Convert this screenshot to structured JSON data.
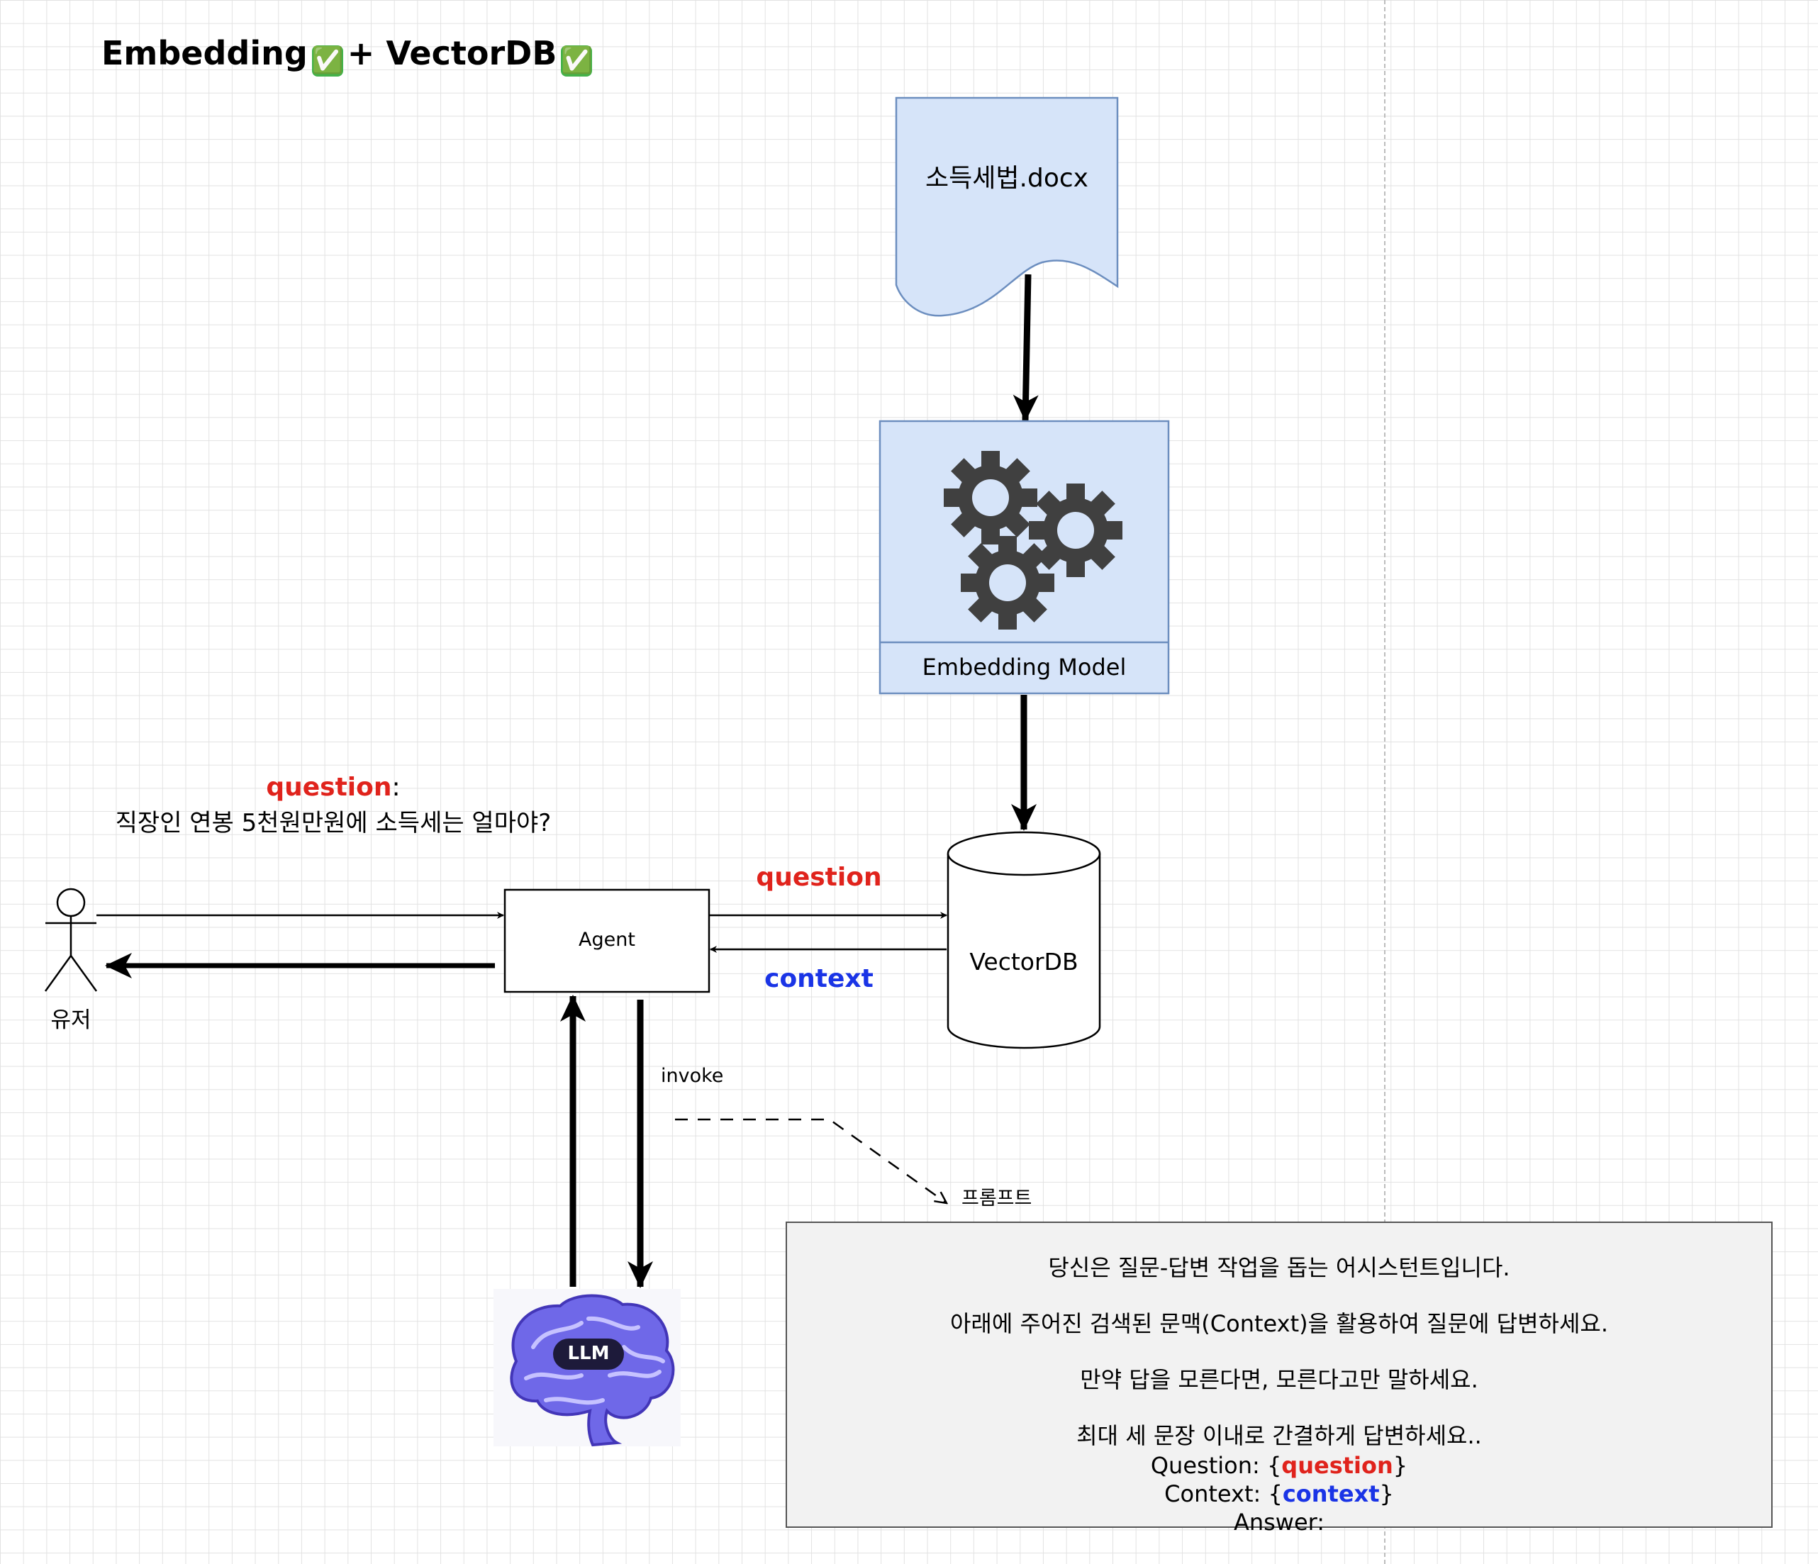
{
  "title": {
    "text": "Embedding",
    "plus": "+ VectorDB",
    "check_icon": "✅"
  },
  "document": {
    "label": "소득세법.docx"
  },
  "embedding_model": {
    "label": "Embedding Model",
    "icon": "gears-icon"
  },
  "vectordb": {
    "label": "VectorDB"
  },
  "user": {
    "label": "유저",
    "icon": "actor-icon"
  },
  "agent": {
    "label": "Agent"
  },
  "user_question": {
    "key": "question",
    "colon": ":",
    "text": "직장인 연봉 5천원만원에 소득세는 얼마야?"
  },
  "edge_labels": {
    "question": "question",
    "context": "context",
    "invoke": "invoke",
    "prompt": "프롬프트"
  },
  "llm": {
    "label": "LLM",
    "icon": "brain-icon"
  },
  "prompt": {
    "line1": "당신은 질문-답변 작업을 돕는 어시스턴트입니다.",
    "line2": "아래에 주어진 검색된 문맥(Context)을 활용하여 질문에 답변하세요.",
    "line3": "만약 답을 모른다면, 모른다고만 말하세요.",
    "line4": "최대 세 문장 이내로 간결하게 답변하세요..",
    "question_prefix": "Question: {",
    "question_var": "question",
    "context_prefix": "Context: {",
    "context_var": "context",
    "brace_close": "}",
    "answer": "Answer:"
  },
  "colors": {
    "question": "#e0231c",
    "context": "#1a34e6",
    "box_fill": "#d6e4f9",
    "box_stroke": "#6c8ebf"
  }
}
